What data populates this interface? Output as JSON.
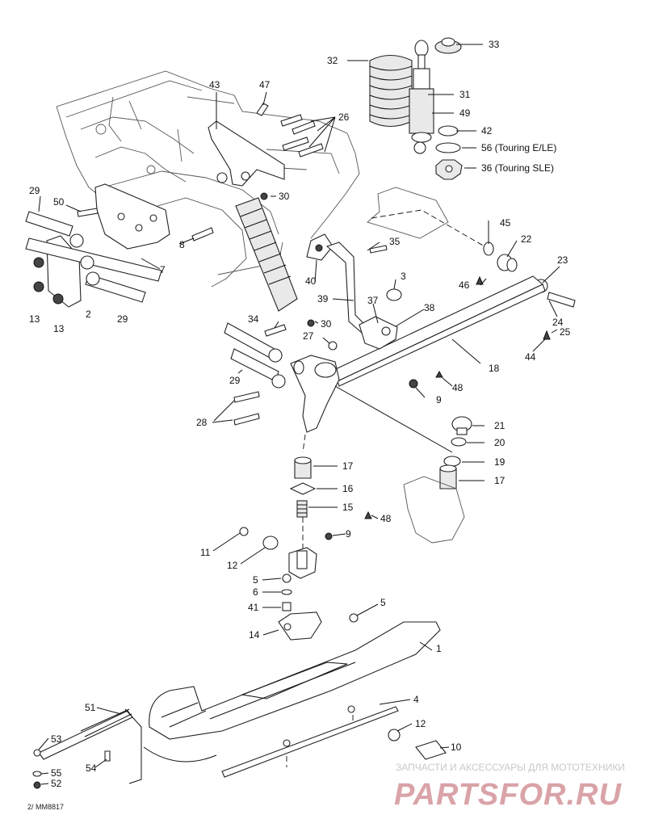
{
  "callouts": {
    "c1": "1",
    "c2": "2",
    "c3": "3",
    "c4": "4",
    "c5a": "5",
    "c5b": "5",
    "c6": "6",
    "c7": "7",
    "c8": "8",
    "c9a": "9",
    "c9b": "9",
    "c10": "10",
    "c11": "11",
    "c12a": "12",
    "c12b": "12",
    "c13a": "13",
    "c13b": "13",
    "c14": "14",
    "c15": "15",
    "c16": "16",
    "c17a": "17",
    "c17b": "17",
    "c18": "18",
    "c19": "19",
    "c20": "20",
    "c21": "21",
    "c22": "22",
    "c23": "23",
    "c24": "24",
    "c25": "25",
    "c26": "26",
    "c27": "27",
    "c28": "28",
    "c29a": "29",
    "c29b": "29",
    "c29c": "29",
    "c30a": "30",
    "c30b": "30",
    "c31": "31",
    "c32": "32",
    "c33": "33",
    "c34": "34",
    "c35": "35",
    "c36": "36 (Touring SLE)",
    "c37": "37",
    "c38": "38",
    "c39": "39",
    "c40": "40",
    "c41": "41",
    "c42": "42",
    "c43": "43",
    "c44": "44",
    "c45": "45",
    "c46": "46",
    "c47": "47",
    "c48a": "48",
    "c48b": "48",
    "c49": "49",
    "c50": "50",
    "c51": "51",
    "c52": "52",
    "c53": "53",
    "c54": "54",
    "c55": "55",
    "c56": "56 (Touring E/LE)"
  },
  "drawing_code": "2/ MM8817",
  "watermark": {
    "tagline": "ЗАПЧАСТИ И АКСЕССУАРЫ ДЛЯ МОТОТЕХНИКИ",
    "brand": "PARTSFOR.RU"
  }
}
